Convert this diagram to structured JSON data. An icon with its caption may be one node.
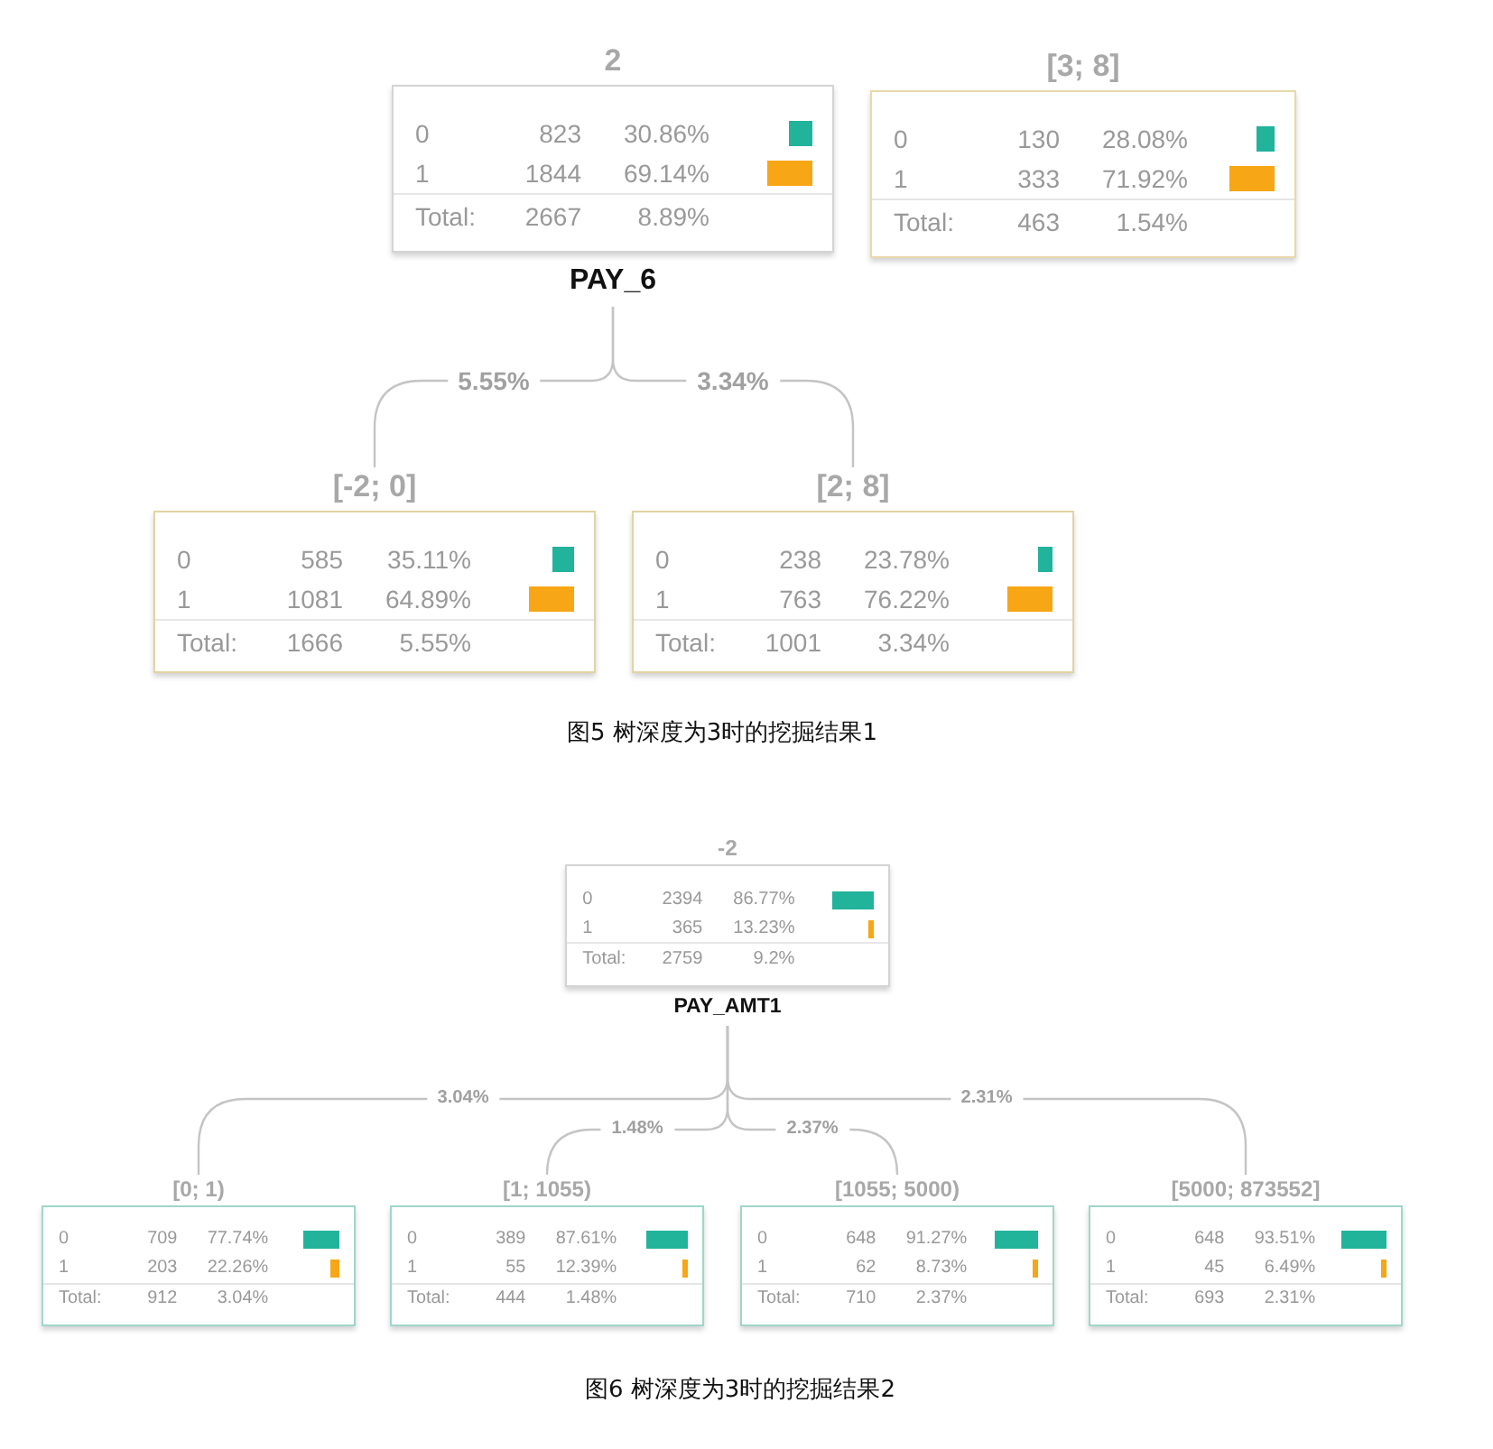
{
  "diagram": {
    "nodes": [
      {
        "text": [
          "2",
          "0",
          "823",
          "30.86%",
          "1",
          "1844",
          "69.14%",
          "Total:",
          "2667",
          "8.89%"
        ],
        "beside": [
          "PAY_6"
        ]
      },
      {
        "text": [
          "[3; 8]",
          "0",
          "130",
          "28.08%",
          "1",
          "333",
          "71.92%",
          "Total:",
          "463",
          "1.54%"
        ]
      },
      {
        "text": [
          "[-2; 0]",
          "0",
          "585",
          "35.11%",
          "1",
          "1081",
          "64.89%",
          "Total:",
          "1666",
          "5.55%"
        ]
      },
      {
        "text": [
          "[2; 8]",
          "0",
          "238",
          "23.78%",
          "1",
          "763",
          "76.22%",
          "Total:",
          "1001",
          "3.34%"
        ]
      },
      {
        "text": [
          "-2",
          "0",
          "2394",
          "86.77%",
          "1",
          "365",
          "13.23%",
          "Total:",
          "2759",
          "9.2%"
        ],
        "beside": [
          "PAY_AMT1"
        ]
      },
      {
        "text": [
          "[0; 1)",
          "0",
          "709",
          "77.74%",
          "1",
          "203",
          "22.26%",
          "Total:",
          "912",
          "3.04%"
        ]
      },
      {
        "text": [
          "[1; 1055)",
          "0",
          "389",
          "87.61%",
          "1",
          "55",
          "12.39%",
          "Total:",
          "444",
          "1.48%"
        ]
      },
      {
        "text": [
          "[1055; 5000)",
          "0",
          "648",
          "91.27%",
          "1",
          "62",
          "8.73%",
          "Total:",
          "710",
          "2.37%"
        ]
      },
      {
        "text": [
          "[5000; 873552]",
          "0",
          "648",
          "93.51%",
          "1",
          "45",
          "6.49%",
          "Total:",
          "693",
          "2.31%"
        ]
      }
    ],
    "edges": [
      {
        "from": 0,
        "to": 2,
        "arrow": "none",
        "label": "5.55%"
      },
      {
        "from": 0,
        "to": 3,
        "arrow": "none",
        "label": "3.34%"
      },
      {
        "from": 4,
        "to": 5,
        "arrow": "none",
        "label": "3.04%"
      },
      {
        "from": 4,
        "to": 6,
        "arrow": "none",
        "label": "1.48%"
      },
      {
        "from": 4,
        "to": 7,
        "arrow": "none",
        "label": "2.37%"
      },
      {
        "from": 4,
        "to": 8,
        "arrow": "none",
        "label": "2.31%"
      }
    ],
    "labels": [
      "图5 树深度为3时的挖掘结果1",
      "图6 树深度为3时的挖掘结果2"
    ]
  }
}
